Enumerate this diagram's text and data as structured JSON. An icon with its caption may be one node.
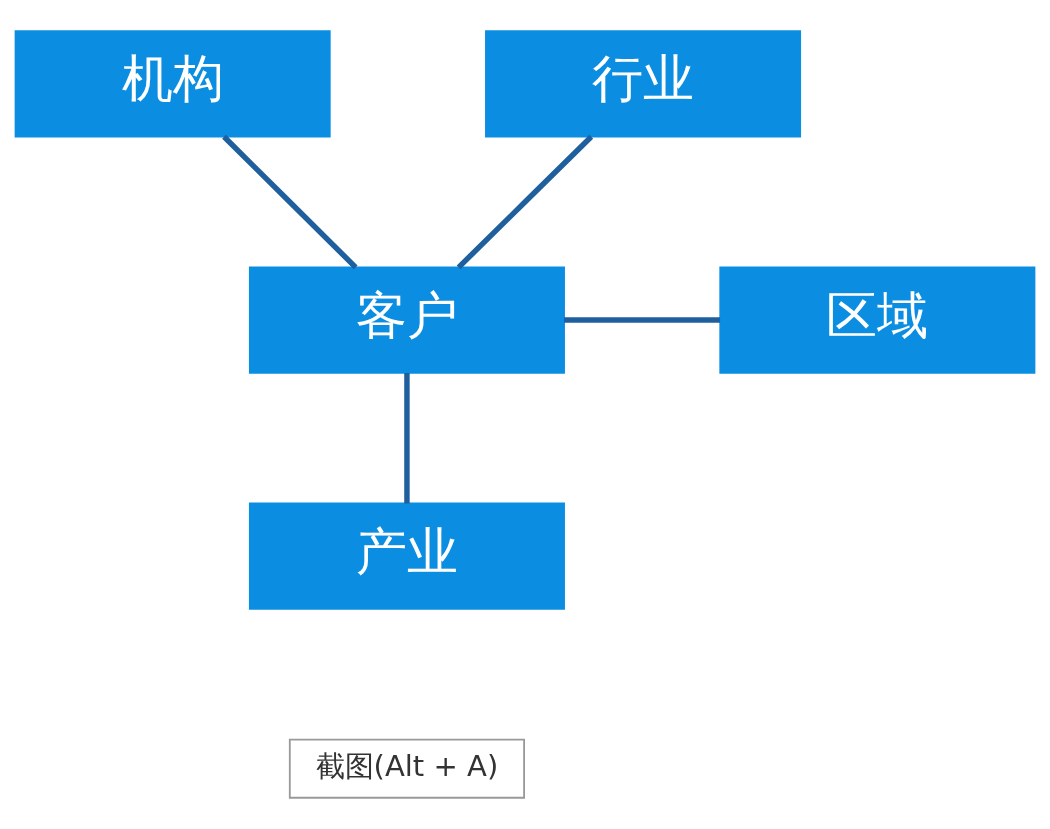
{
  "diagram": {
    "nodes": [
      {
        "text": [
          "机构"
        ]
      },
      {
        "text": [
          "行业"
        ]
      },
      {
        "text": [
          "区域"
        ]
      },
      {
        "text": [
          "客户"
        ]
      },
      {
        "text": [
          "产业"
        ]
      }
    ],
    "edges": [
      {
        "from": 0,
        "to": 3,
        "arrow": "none"
      },
      {
        "from": 1,
        "to": 3,
        "arrow": "none"
      },
      {
        "from": 3,
        "to": 2,
        "arrow": "none"
      },
      {
        "from": 3,
        "to": 4,
        "arrow": "none"
      }
    ],
    "labels": [
      "截图(Alt + A)"
    ]
  }
}
